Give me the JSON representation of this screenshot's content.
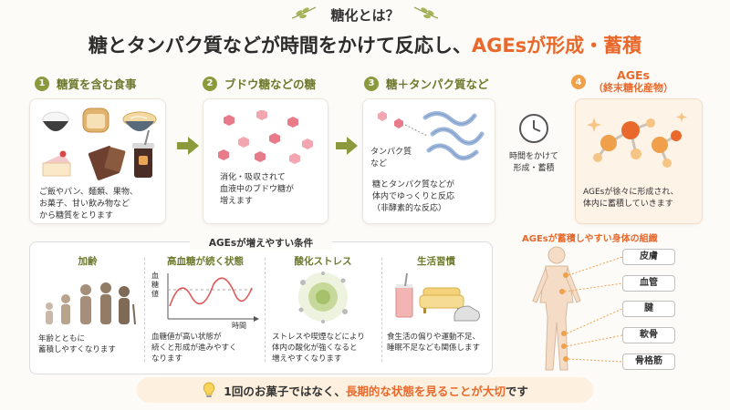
{
  "header": {
    "title": "糖化とは？",
    "headline_prefix": "糖とタンパク質などが時間をかけて反応し、",
    "headline_accent": "AGEsが形成・蓄積"
  },
  "steps": [
    {
      "num": "1",
      "title": "糖質を含む食事",
      "text": [
        "ご飯やパン、麺類、果物、",
        "お菓子、甘い飲み物など",
        "から糖質をとります"
      ]
    },
    {
      "num": "2",
      "title": "ブドウ糖などの糖",
      "text": [
        "消化・吸収されて",
        "血液中のブドウ糖が",
        "増えます"
      ]
    },
    {
      "num": "3",
      "title": "糖＋タンパク質など",
      "protein_label": [
        "タンパク質",
        "など"
      ],
      "text": [
        "糖とタンパク質などが",
        "体内でゆっくりと反応",
        "（非酵素的な反応）"
      ]
    },
    {
      "num": "4",
      "title": "AGEs",
      "subtitle": "（終末糖化産物）",
      "text": [
        "AGEsが徐々に形成され、",
        "体内に蓄積していきます"
      ]
    }
  ],
  "clock_label": [
    "時間をかけて",
    "形成・蓄積"
  ],
  "conditions": {
    "title": "AGEsが増えやすい条件",
    "items": [
      {
        "title": "加齢",
        "text": [
          "年齢とともに",
          "蓄積しやすくなります"
        ]
      },
      {
        "title": "高血糖が続く状態",
        "y_label": [
          "血",
          "糖",
          "値"
        ],
        "x_label": "時間",
        "text": [
          "血糖値が高い状態が",
          "続くと形成が進みやすく",
          "なります"
        ]
      },
      {
        "title": "酸化ストレス",
        "text": [
          "ストレスや喫煙などにより",
          "体内の酸化が強くなると",
          "増えやすくなります"
        ]
      },
      {
        "title": "生活習慣",
        "text": [
          "食生活の偏りや運動不足、",
          "睡眠不足なども関係します"
        ]
      }
    ]
  },
  "body": {
    "title": "AGEsが蓄積しやすい身体の組織",
    "tissues": [
      "皮膚",
      "血管",
      "腱",
      "軟骨",
      "骨格筋"
    ]
  },
  "footer": {
    "prefix": "1回のお菓子ではなく、",
    "highlight": "長期的な状態を見ることが大切",
    "suffix": "です"
  },
  "colors": {
    "accent": "#e9692c",
    "green": "#8a9a3c",
    "orange": "#f0a04b"
  },
  "icons": [
    "leaf-icon",
    "arrow-right-icon",
    "clock-icon",
    "lightbulb-icon"
  ]
}
